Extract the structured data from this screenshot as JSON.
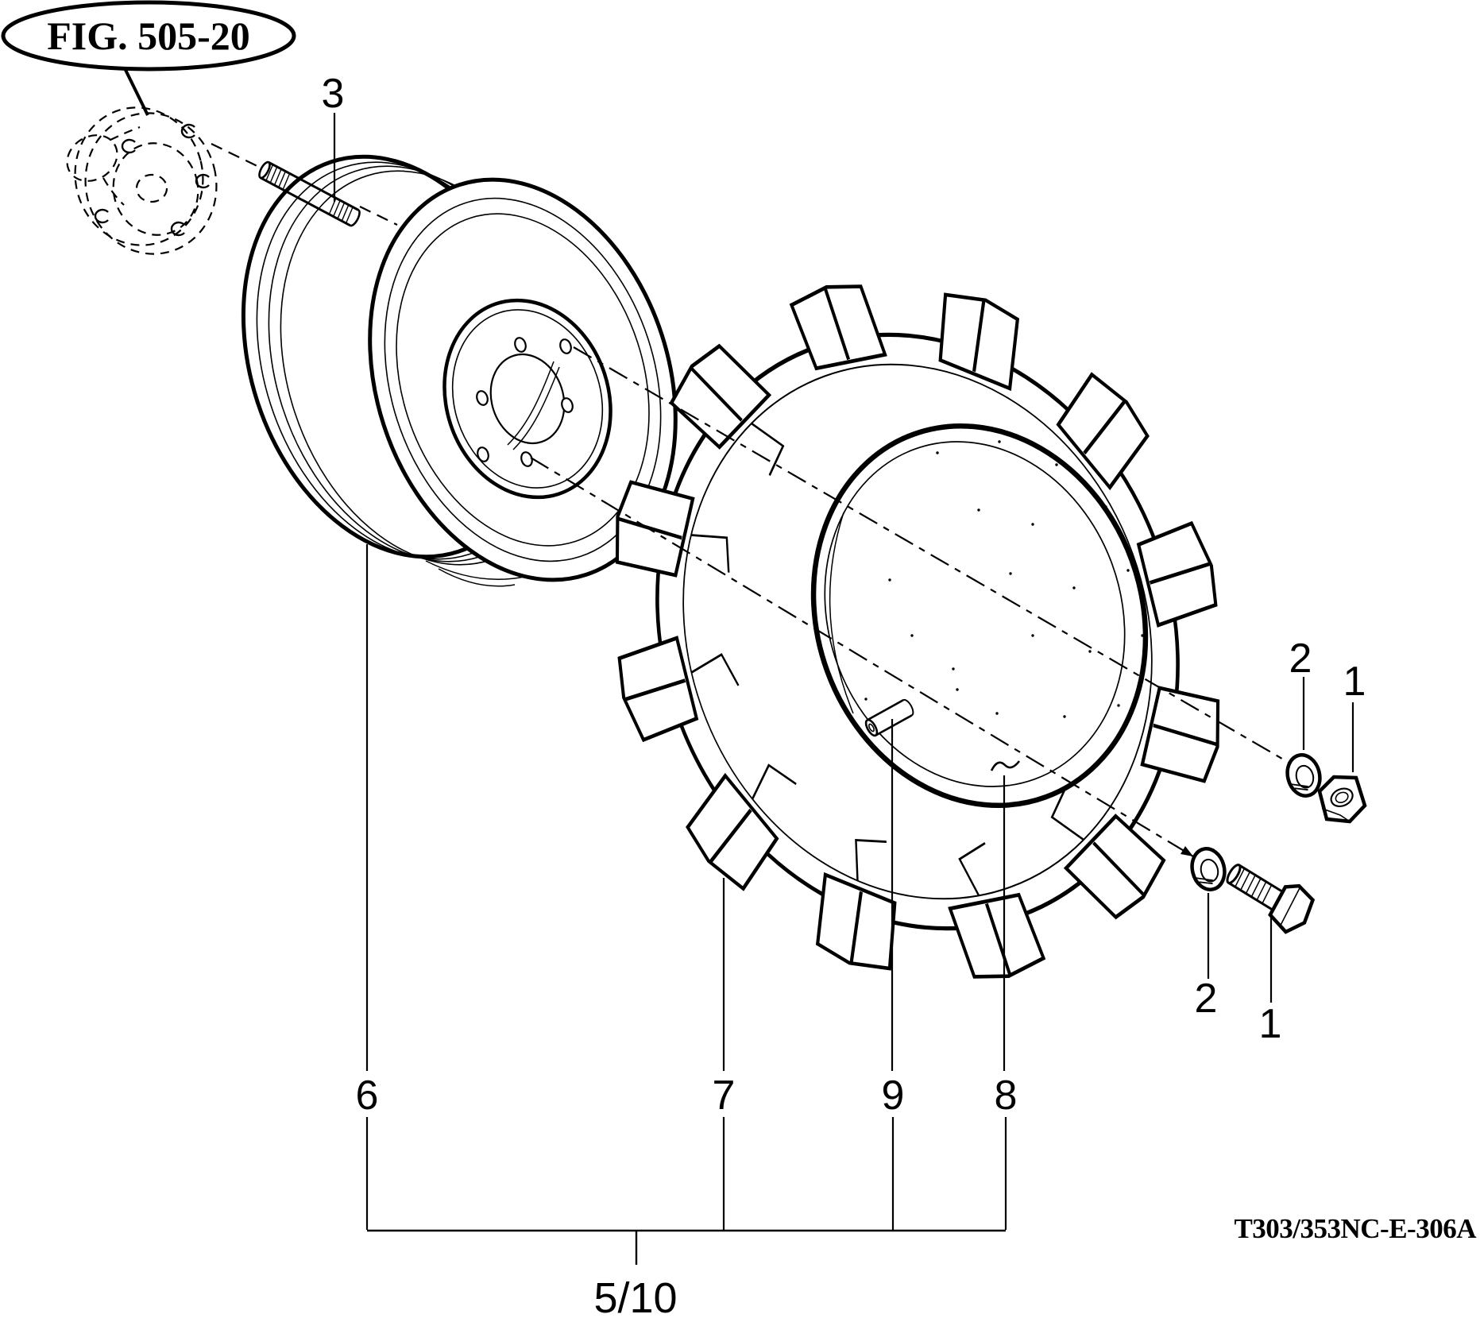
{
  "palette": {
    "ink": "#000000",
    "paper": "#ffffff"
  },
  "figure": {
    "reference_bubble": "FIG. 505-20",
    "sheet_number": "5/10",
    "drawing_code": "T303/353NC-E-306A"
  },
  "callouts": {
    "stud": "3",
    "washer_upper": "2",
    "nut_upper": "1",
    "washer_lower": "2",
    "bolt_lower": "1",
    "rim": "6",
    "tire": "7",
    "tube": "8",
    "valve": "9"
  }
}
